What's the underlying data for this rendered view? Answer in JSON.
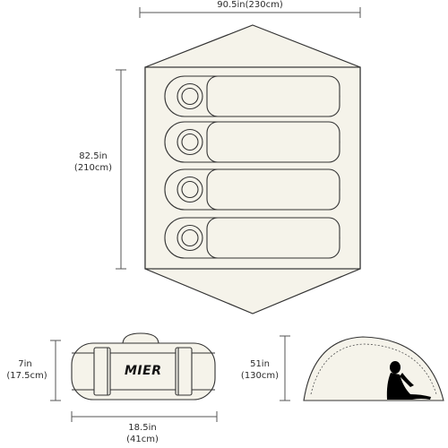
{
  "floor_plan": {
    "width": {
      "in": "90.5in",
      "cm": "(230cm)",
      "full": "90.5in(230cm)"
    },
    "length": {
      "in": "82.5in",
      "cm": "(210cm)"
    },
    "sleeping_pads": 4
  },
  "carry_bag": {
    "brand": "MIER",
    "height": {
      "in": "7in",
      "cm": "(17.5cm)"
    },
    "length": {
      "in": "18.5in",
      "cm": "(41cm)"
    }
  },
  "tent_side": {
    "height": {
      "in": "51in",
      "cm": "(130cm)"
    }
  },
  "colors": {
    "tent_fill": "#f5f3ea",
    "stroke": "#333333",
    "dimension_line": "#555555",
    "silhouette": "#000000"
  }
}
